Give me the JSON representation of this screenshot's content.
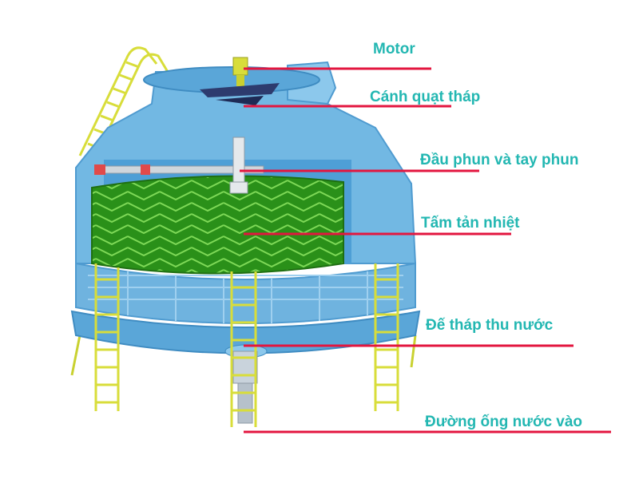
{
  "colors": {
    "label_text": "#23b7b2",
    "leader_line": "#e3163f",
    "tower_body": "#72b8e3",
    "tower_shadow": "#4f9bd0",
    "fill_media": "#2f9a1e",
    "ladder": "#d8dd3a"
  },
  "labels": {
    "motor": "Motor",
    "fan": "Cánh quạt tháp",
    "nozzle": "Đầu phun và tay phun",
    "fill": "Tấm tản nhiệt",
    "basin": "Đế tháp thu nước",
    "inlet": "Đường ống nước vào"
  }
}
